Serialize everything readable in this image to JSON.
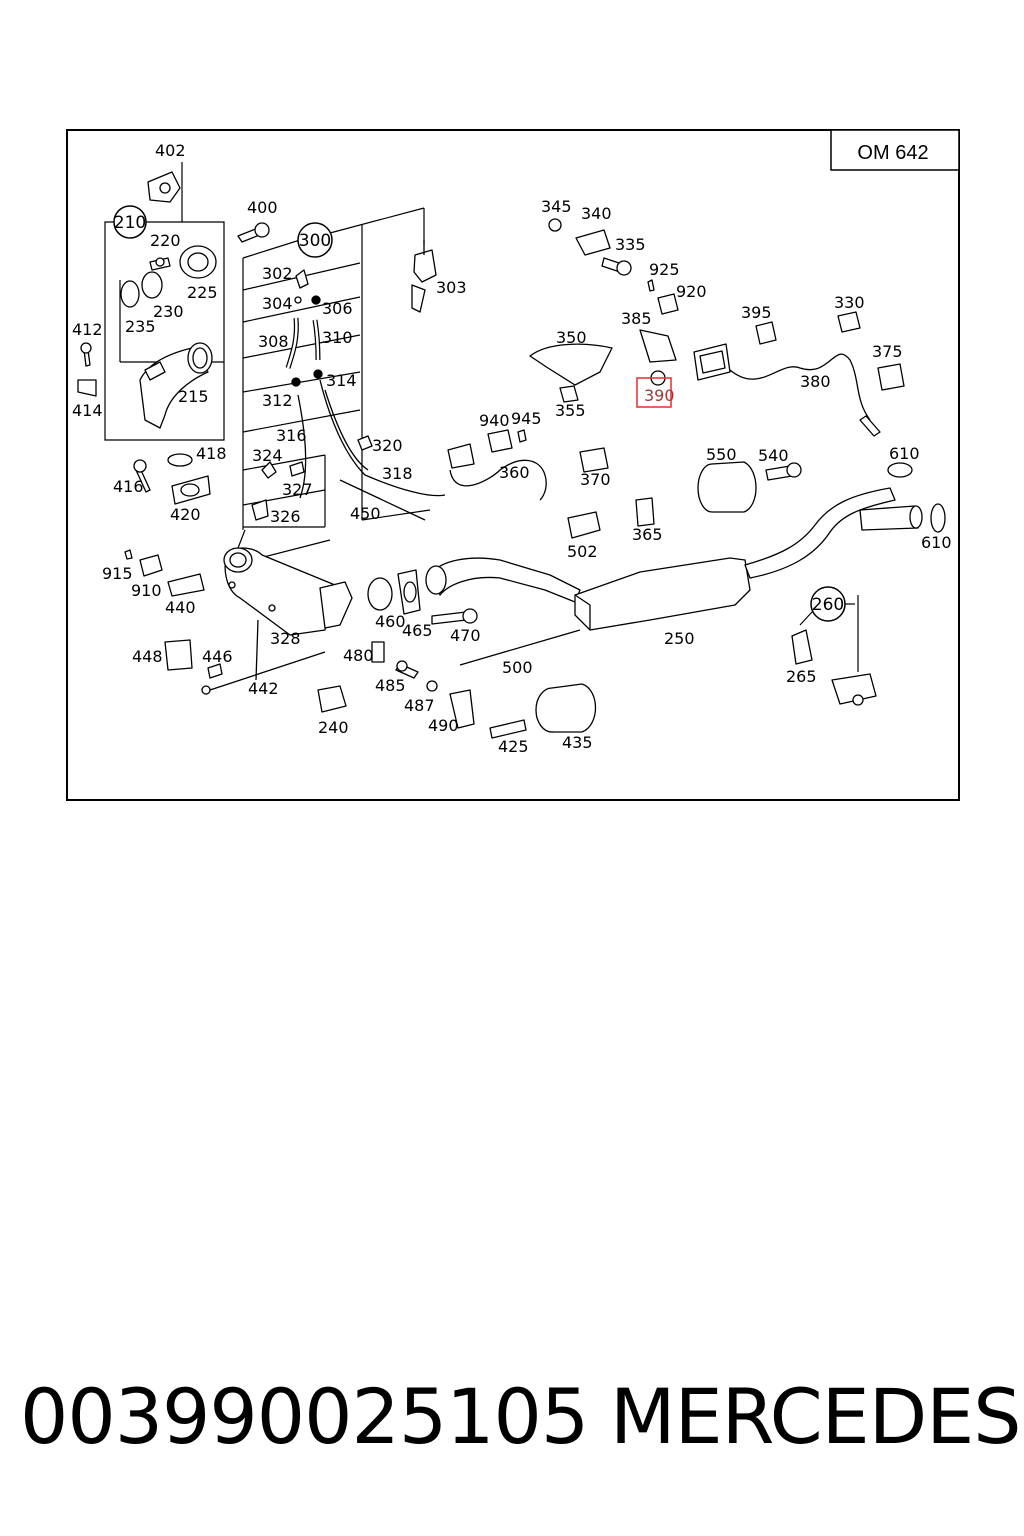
{
  "engine_label": "OM 642",
  "group_labels": [
    "210",
    "300",
    "260"
  ],
  "highlight": {
    "label": "390",
    "color": "#e23b3b"
  },
  "callouts": [
    "402",
    "400",
    "220",
    "225",
    "230",
    "235",
    "412",
    "414",
    "215",
    "418",
    "416",
    "420",
    "302",
    "304",
    "306",
    "308",
    "310",
    "303",
    "312",
    "314",
    "316",
    "320",
    "318",
    "324",
    "327",
    "326",
    "450",
    "915",
    "910",
    "440",
    "328",
    "448",
    "446",
    "442",
    "480",
    "460",
    "465",
    "470",
    "240",
    "485",
    "487",
    "490",
    "500",
    "425",
    "435",
    "345",
    "340",
    "335",
    "925",
    "920",
    "350",
    "385",
    "395",
    "330",
    "375",
    "380",
    "355",
    "940",
    "945",
    "360",
    "370",
    "550",
    "540",
    "610",
    "502",
    "365",
    "250",
    "265"
  ],
  "footer": {
    "part_number": "00399002510 5",
    "part_number_text": "003990025105",
    "brand": "MERCEDES"
  }
}
